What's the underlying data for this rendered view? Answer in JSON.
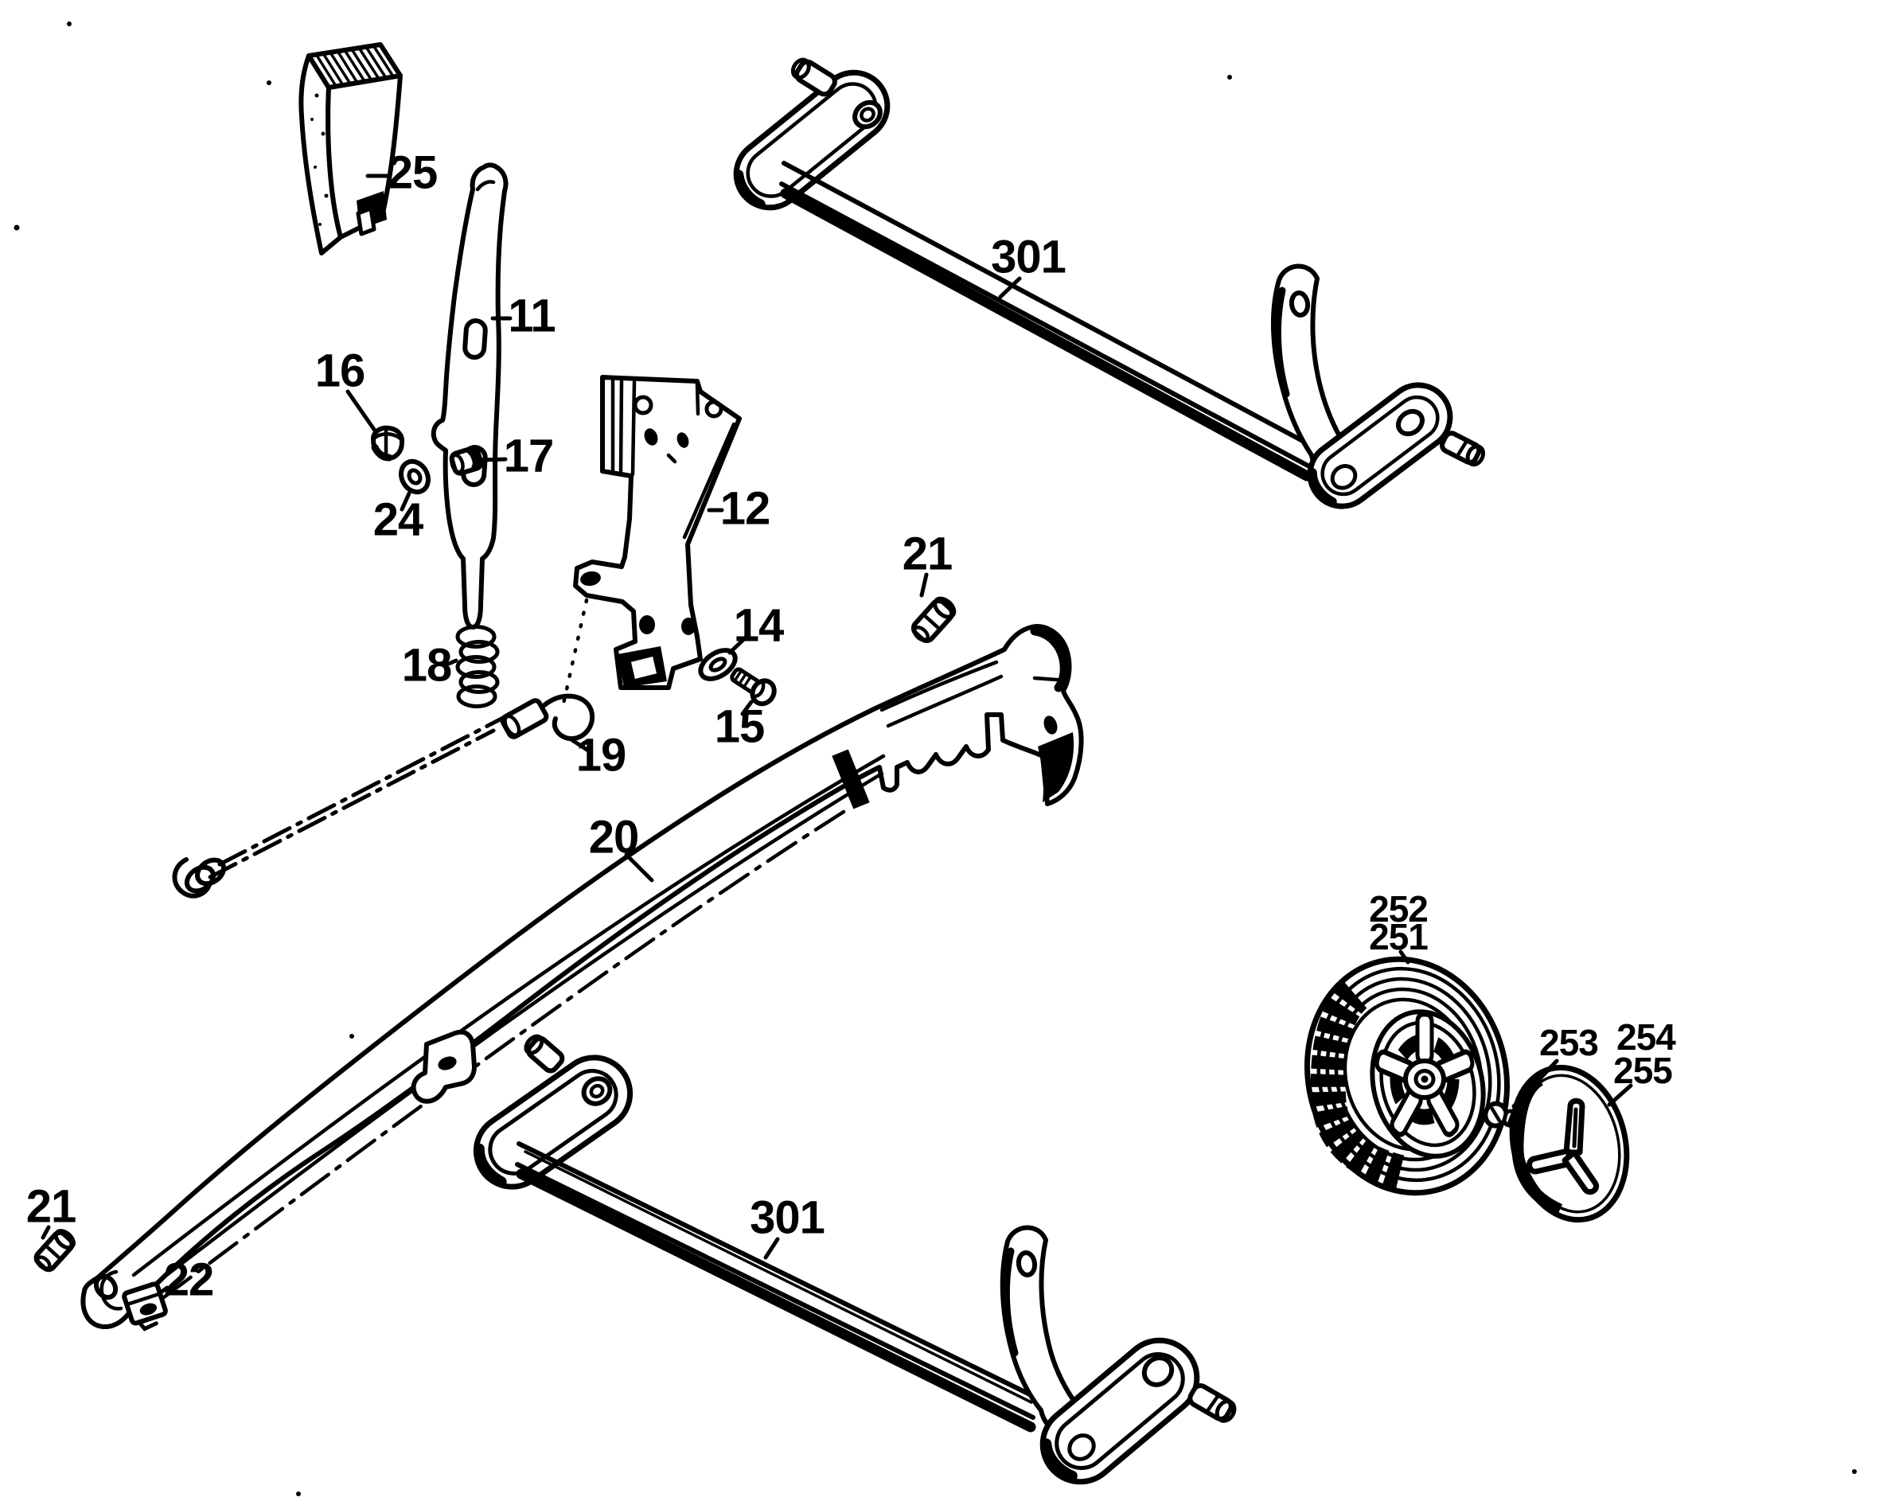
{
  "figure": {
    "type": "exploded-parts-diagram",
    "background_color": "#ffffff",
    "line_color": "#000000"
  },
  "callouts": {
    "p25": {
      "label": "25"
    },
    "p11": {
      "label": "11"
    },
    "p16": {
      "label": "16"
    },
    "p17": {
      "label": "17"
    },
    "p24": {
      "label": "24"
    },
    "p12": {
      "label": "12"
    },
    "p18": {
      "label": "18"
    },
    "p19": {
      "label": "19"
    },
    "p14": {
      "label": "14"
    },
    "p15": {
      "label": "15"
    },
    "p20": {
      "label": "20"
    },
    "p21_upper": {
      "label": "21"
    },
    "p21_lower": {
      "label": "21"
    },
    "p22": {
      "label": "22"
    },
    "p301_top": {
      "label": "301"
    },
    "p301_bottom": {
      "label": "301"
    },
    "p252": {
      "label": "252"
    },
    "p251": {
      "label": "251"
    },
    "p253": {
      "label": "253"
    },
    "p254": {
      "label": "254"
    },
    "p255": {
      "label": "255"
    }
  }
}
